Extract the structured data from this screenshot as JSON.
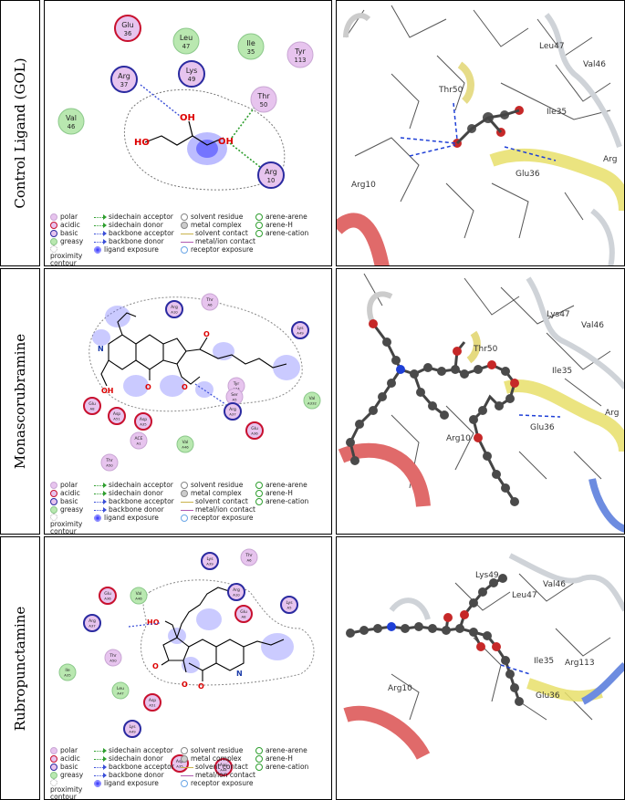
{
  "rows": [
    {
      "label": "Control Ligand (GOL)"
    },
    {
      "label": "Monascorubramine"
    },
    {
      "label": "Rubropunctamine"
    }
  ],
  "legend": {
    "col1": [
      "polar",
      "acidic",
      "basic",
      "greasy",
      "proximity contour"
    ],
    "col2": [
      "sidechain acceptor",
      "sidechain donor",
      "backbone acceptor",
      "backbone donor",
      "ligand exposure"
    ],
    "col3": [
      "solvent residue",
      "metal complex",
      "solvent contact",
      "metal/ion contact",
      "receptor exposure"
    ],
    "col4": [
      "arene-arene",
      "arene-H",
      "arene-cation"
    ],
    "colors": {
      "polar": "#e7c4ee",
      "acidic": "#c8102e",
      "basic": "#2a2aa0",
      "greasy": "#b9e8b0",
      "sidechain": "#2e9e2e",
      "backbone": "#3a4ed8"
    }
  },
  "gol": {
    "residues": [
      {
        "name": "Glu",
        "num": "36",
        "type": "acidic"
      },
      {
        "name": "Leu",
        "num": "47",
        "type": "greasy"
      },
      {
        "name": "Ile",
        "num": "35",
        "type": "greasy"
      },
      {
        "name": "Tyr",
        "num": "113",
        "type": "polar"
      },
      {
        "name": "Arg",
        "num": "37",
        "type": "basic"
      },
      {
        "name": "Lys",
        "num": "49",
        "type": "basic"
      },
      {
        "name": "Thr",
        "num": "50",
        "type": "polar"
      },
      {
        "name": "Val",
        "num": "46",
        "type": "greasy"
      },
      {
        "name": "Arg",
        "num": "10",
        "type": "basic"
      }
    ],
    "atoms": [
      "OH",
      "HO",
      "OH"
    ]
  },
  "mona": {
    "residues": [
      {
        "name": "Arg",
        "num": "A10"
      },
      {
        "name": "Thr",
        "num": "A6"
      },
      {
        "name": "Lys",
        "num": "A49"
      },
      {
        "name": "Tyr",
        "num": "A34"
      },
      {
        "name": "Ser",
        "num": "A5"
      },
      {
        "name": "Val",
        "num": "A332"
      },
      {
        "name": "Glu",
        "num": "A8"
      },
      {
        "name": "Asp",
        "num": "A51"
      },
      {
        "name": "Asp",
        "num": "A35"
      },
      {
        "name": "Arg",
        "num": "A37"
      },
      {
        "name": "Glu",
        "num": "A36"
      },
      {
        "name": "ACE",
        "num": "A1"
      },
      {
        "name": "Val",
        "num": "A46"
      },
      {
        "name": "Thr",
        "num": "A50"
      }
    ],
    "atoms": [
      "N",
      "OH",
      "O",
      "O",
      "O"
    ]
  },
  "rubro": {
    "residues": [
      {
        "name": "Lys",
        "num": "A39"
      },
      {
        "name": "Thr",
        "num": "A6"
      },
      {
        "name": "Glu",
        "num": "A36"
      },
      {
        "name": "Val",
        "num": "A46"
      },
      {
        "name": "Arg",
        "num": "A10"
      },
      {
        "name": "Glu",
        "num": "A8"
      },
      {
        "name": "Lys",
        "num": "A5"
      },
      {
        "name": "Arg",
        "num": "A37"
      },
      {
        "name": "Thr",
        "num": "A50"
      },
      {
        "name": "Ile",
        "num": "A35"
      },
      {
        "name": "Leu",
        "num": "A47"
      },
      {
        "name": "Asp",
        "num": "A51"
      },
      {
        "name": "Lys",
        "num": "A49"
      },
      {
        "name": "Asp",
        "num": "A35"
      },
      {
        "name": "Asp",
        "num": "A44"
      }
    ],
    "atoms": [
      "HO",
      "O",
      "O",
      "N",
      "O"
    ]
  },
  "struct1": [
    "Thr50",
    "Ile35",
    "Leu47",
    "Val46",
    "Glu36",
    "Arg10",
    "Arg"
  ],
  "struct2": [
    "Lys47",
    "Val46",
    "Thr50",
    "Ile35",
    "Glu36",
    "Arg10",
    "Arg"
  ],
  "struct3": [
    "Lys49",
    "Val46",
    "Leu47",
    "Arg113",
    "Ile35",
    "Glu36",
    "Arg10"
  ]
}
